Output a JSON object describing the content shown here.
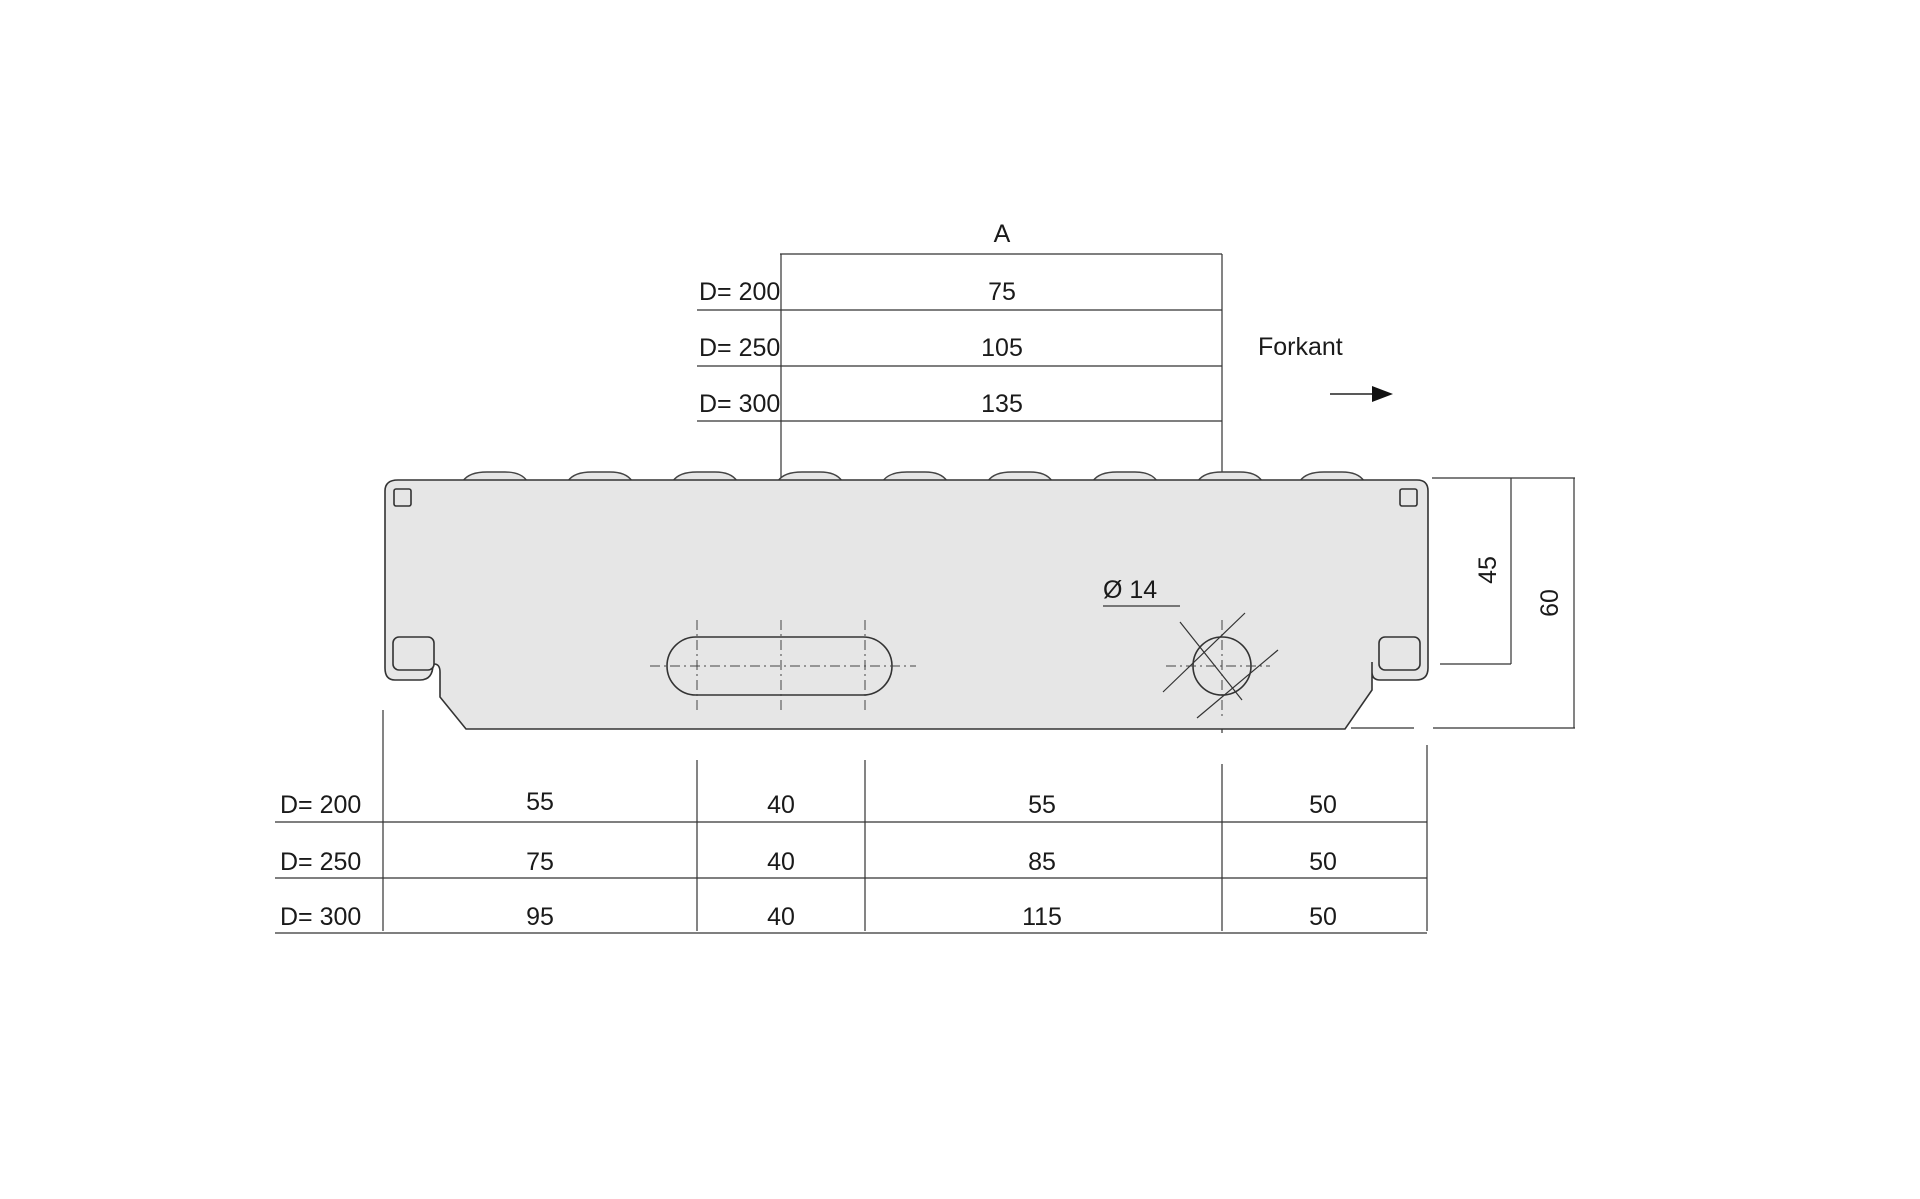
{
  "top_table": {
    "header": "A",
    "rows": [
      {
        "label": "D= 200",
        "value": "75"
      },
      {
        "label": "D= 250",
        "value": "105"
      },
      {
        "label": "D= 300",
        "value": "135"
      }
    ]
  },
  "direction": {
    "label": "Forkant"
  },
  "diameter_label": "Ø 14",
  "side_dims": {
    "inner": "45",
    "outer": "60"
  },
  "bottom_table": {
    "rows": [
      {
        "label": "D= 200",
        "values": [
          "55",
          "40",
          "55",
          "50"
        ]
      },
      {
        "label": "D= 250",
        "values": [
          "75",
          "40",
          "85",
          "50"
        ]
      },
      {
        "label": "D= 300",
        "values": [
          "95",
          "40",
          "115",
          "50"
        ]
      }
    ]
  },
  "colors": {
    "plate_fill": "#e6e6e6",
    "line": "#222222"
  }
}
